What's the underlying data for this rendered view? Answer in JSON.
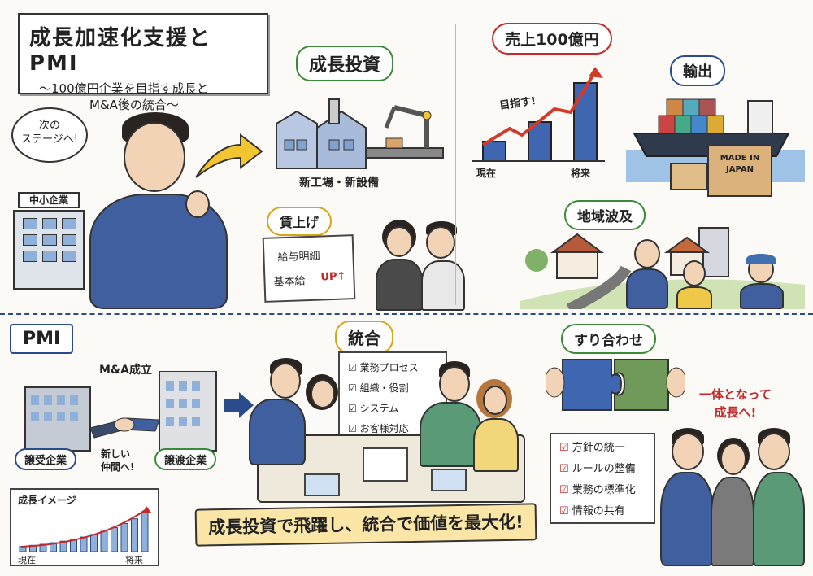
{
  "title": {
    "main": "成長加速化支援とPMI",
    "sub1": "〜100億円企業を目指す成長と",
    "sub2": "M&A後の統合〜"
  },
  "top": {
    "speech": "次の\nステージへ!",
    "company_sign": "中小企業",
    "growth_investment": "成長投資",
    "factory_caption": "新工場・新設備",
    "wage_label": "賃上げ",
    "payslip_title": "給与明細",
    "payslip_line": "基本給",
    "payslip_up": "UP↑",
    "sales_bubble": "売上100億円",
    "sales_aim": "目指す!",
    "sales_now": "現在",
    "sales_future": "将来",
    "export_label": "輸出",
    "box_text": "MADE IN JAPAN",
    "regional_label": "地域波及"
  },
  "pmi": {
    "label": "PMI",
    "ma_done": "M&A成立",
    "acquirer": "譲受企業",
    "new_friend": "新しい\n仲間へ!",
    "seller": "譲渡企業",
    "integration_label": "統合",
    "integration_items": [
      "業務プロセス",
      "組織・役割",
      "システム",
      "お客様対応"
    ],
    "alignment_label": "すり合わせ",
    "alignment_items": [
      "方針の統一",
      "ルールの整備",
      "業務の標準化",
      "情報の共有"
    ],
    "team_shout": "一体となって\n成長へ!",
    "growth_image": "成長イメージ",
    "growth_now": "現在",
    "growth_future": "将来",
    "banner": "成長投資で飛躍し、統合で価値を最大化!"
  },
  "colors": {
    "accent_blue": "#2b4c8c",
    "accent_red": "#c42a2a",
    "accent_green": "#3a8a3a",
    "accent_yellow": "#d9a514",
    "banner_bg": "#fbe6a8"
  },
  "chart_data": [
    {
      "type": "bar",
      "categories": [
        "現在",
        "",
        "将来"
      ],
      "values": [
        1,
        2,
        4
      ],
      "title": "売上100億円"
    },
    {
      "type": "bar",
      "title": "成長イメージ",
      "categories": [
        "現在",
        "",
        "",
        "",
        "",
        "",
        "",
        "",
        "",
        "",
        "",
        "",
        "将来"
      ],
      "values": [
        1,
        1.2,
        1.4,
        1.7,
        2,
        2.4,
        2.8,
        3.3,
        3.9,
        4.6,
        5.4,
        6.3,
        7.5
      ]
    }
  ]
}
